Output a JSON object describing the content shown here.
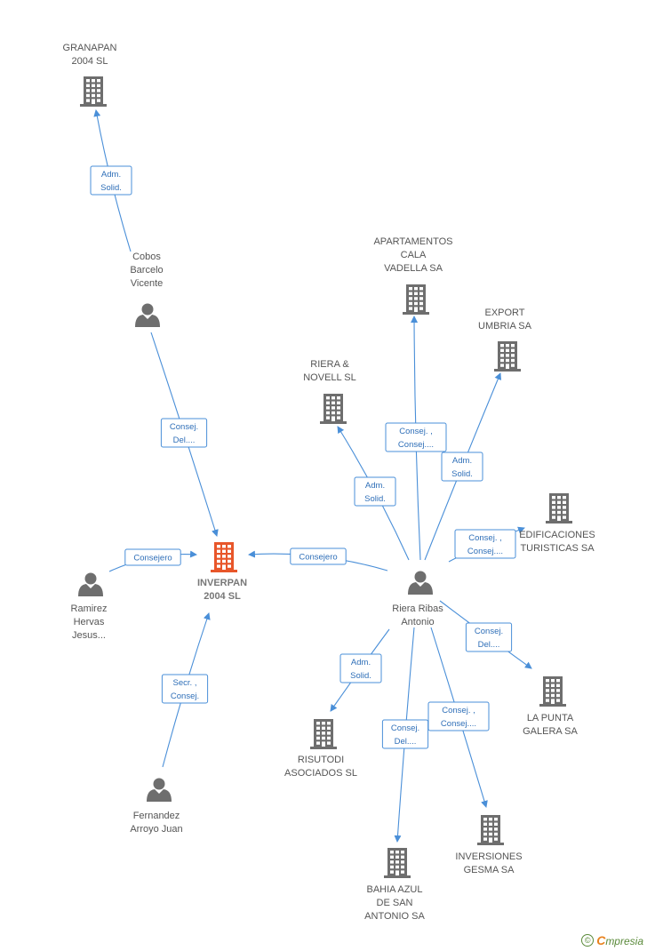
{
  "colors": {
    "company": "#6e6e6e",
    "main_company": "#e8562a",
    "person": "#6e6e6e",
    "edge": "#4a8fd8"
  },
  "nodes": [
    {
      "id": "granapan",
      "kind": "company",
      "label": [
        "GRANAPAN",
        "2004 SL"
      ]
    },
    {
      "id": "cobos",
      "kind": "person",
      "label": [
        "Cobos",
        "Barcelo",
        "Vicente"
      ]
    },
    {
      "id": "apartamentos",
      "kind": "company",
      "label": [
        "APARTAMENTOS",
        "CALA",
        "VADELLA SA"
      ]
    },
    {
      "id": "export",
      "kind": "company",
      "label": [
        "EXPORT",
        "UMBRIA SA"
      ]
    },
    {
      "id": "riera_novell",
      "kind": "company",
      "label": [
        "RIERA &",
        "NOVELL  SL"
      ]
    },
    {
      "id": "edificaciones",
      "kind": "company",
      "label": [
        "EDIFICACIONES",
        "TURISTICAS SA"
      ]
    },
    {
      "id": "inverpan",
      "kind": "main",
      "label": [
        "INVERPAN",
        "2004 SL"
      ]
    },
    {
      "id": "ramirez",
      "kind": "person",
      "label": [
        "Ramirez",
        "Hervas",
        "Jesus..."
      ]
    },
    {
      "id": "riera_ribas",
      "kind": "person",
      "label": [
        "Riera Ribas",
        "Antonio"
      ]
    },
    {
      "id": "la_punta",
      "kind": "company",
      "label": [
        "LA PUNTA",
        "GALERA SA"
      ]
    },
    {
      "id": "risutodi",
      "kind": "company",
      "label": [
        "RISUTODI",
        "ASOCIADOS SL"
      ]
    },
    {
      "id": "fernandez",
      "kind": "person",
      "label": [
        "Fernandez",
        "Arroyo Juan"
      ]
    },
    {
      "id": "inversiones",
      "kind": "company",
      "label": [
        "INVERSIONES",
        "GESMA SA"
      ]
    },
    {
      "id": "bahia",
      "kind": "company",
      "label": [
        "BAHIA AZUL",
        "DE SAN",
        "ANTONIO SA"
      ]
    }
  ],
  "edges": [
    {
      "from": "cobos",
      "to": "granapan",
      "label": [
        "Adm.",
        "Solid."
      ]
    },
    {
      "from": "cobos",
      "to": "inverpan",
      "label": [
        "Consej.",
        "Del...."
      ]
    },
    {
      "from": "ramirez",
      "to": "inverpan",
      "label": [
        "Consejero"
      ]
    },
    {
      "from": "riera_ribas",
      "to": "inverpan",
      "label": [
        "Consejero"
      ]
    },
    {
      "from": "fernandez",
      "to": "inverpan",
      "label": [
        "Secr. ,",
        "Consej."
      ]
    },
    {
      "from": "riera_ribas",
      "to": "riera_novell",
      "label": [
        "Adm.",
        "Solid."
      ]
    },
    {
      "from": "riera_ribas",
      "to": "apartamentos",
      "label": [
        "Consej. ,",
        "Consej...."
      ]
    },
    {
      "from": "riera_ribas",
      "to": "export",
      "label": [
        "Adm.",
        "Solid."
      ]
    },
    {
      "from": "riera_ribas",
      "to": "edificaciones",
      "label": [
        "Consej. ,",
        "Consej...."
      ]
    },
    {
      "from": "riera_ribas",
      "to": "la_punta",
      "label": [
        "Consej.",
        "Del...."
      ]
    },
    {
      "from": "riera_ribas",
      "to": "risutodi",
      "label": [
        "Adm.",
        "Solid."
      ]
    },
    {
      "from": "riera_ribas",
      "to": "bahia",
      "label": [
        "Consej.",
        "Del...."
      ]
    },
    {
      "from": "riera_ribas",
      "to": "inversiones",
      "label": [
        "Consej. ,",
        "Consej...."
      ]
    }
  ],
  "watermark": {
    "copyright": "©",
    "brand_first": "C",
    "brand_rest": "mpresia"
  }
}
